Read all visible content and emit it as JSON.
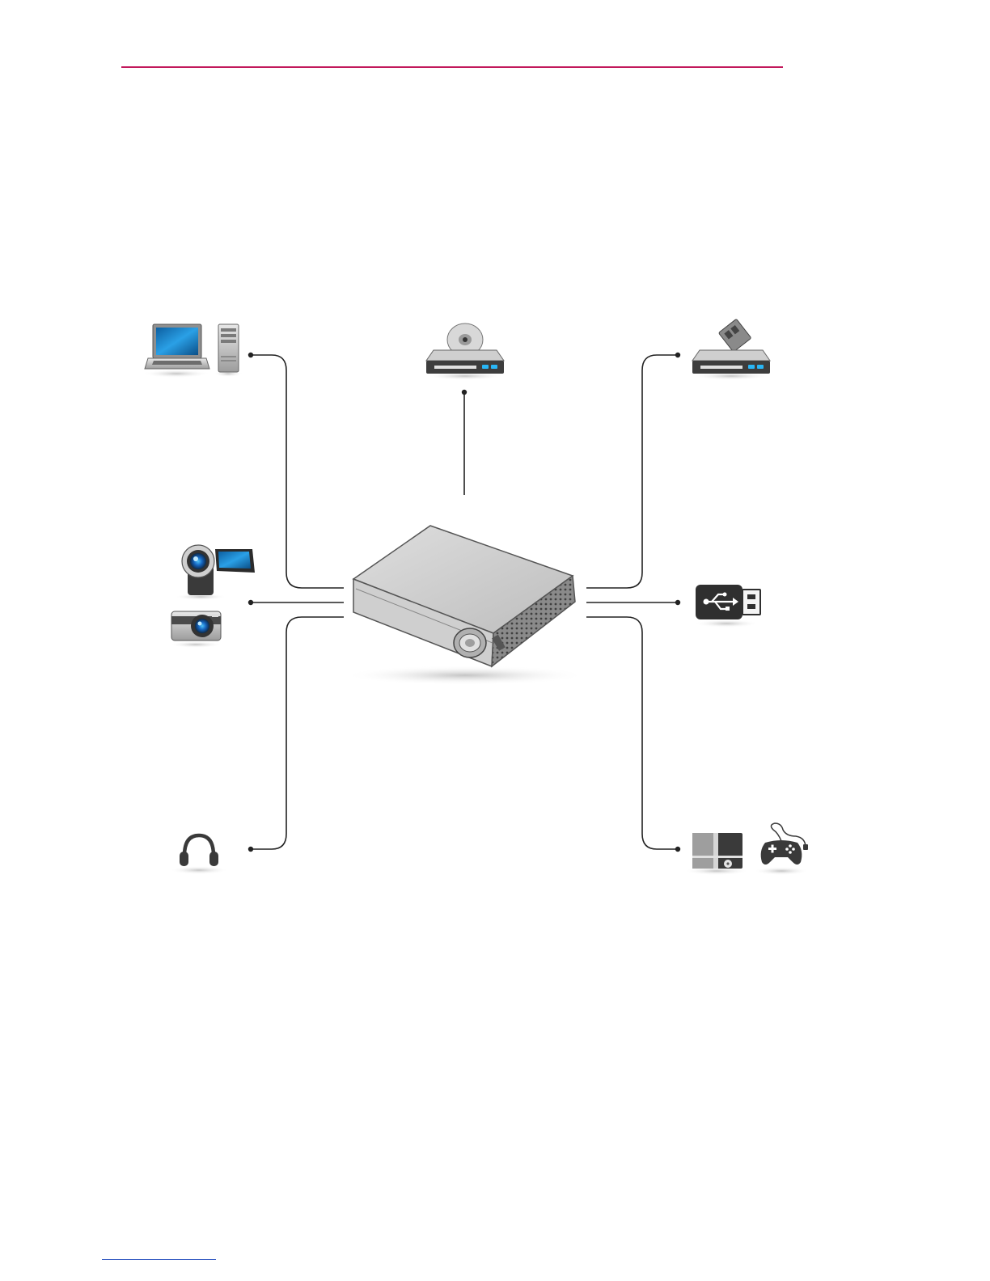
{
  "colors": {
    "header_rule": "#c2185b",
    "footer_rule": "#2a52be",
    "connector": "#222222",
    "device_gray": "#9a9a9a",
    "device_dark": "#3a3a3a",
    "screen_blue": "#1e88c8",
    "accent_blue": "#1e88e5"
  },
  "diagram": {
    "center_device": {
      "name": "projector",
      "icon": "projector-icon"
    },
    "devices": [
      {
        "name": "laptop-and-desktop-pc",
        "icons": [
          "laptop-icon",
          "desktop-tower-icon"
        ],
        "side": "left-top"
      },
      {
        "name": "dvd-player",
        "icons": [
          "dvd-player-icon"
        ],
        "side": "top-center"
      },
      {
        "name": "card-reader-player",
        "icons": [
          "card-player-icon"
        ],
        "side": "right-top"
      },
      {
        "name": "camcorder-and-camera",
        "icons": [
          "camcorder-icon",
          "digital-camera-icon"
        ],
        "side": "left-middle"
      },
      {
        "name": "usb-storage",
        "icons": [
          "usb-icon"
        ],
        "side": "right-middle"
      },
      {
        "name": "headphones",
        "icons": [
          "headphones-icon"
        ],
        "side": "left-bottom"
      },
      {
        "name": "game-console-and-gamepad",
        "icons": [
          "game-console-icon",
          "gamepad-icon"
        ],
        "side": "right-bottom"
      }
    ]
  }
}
